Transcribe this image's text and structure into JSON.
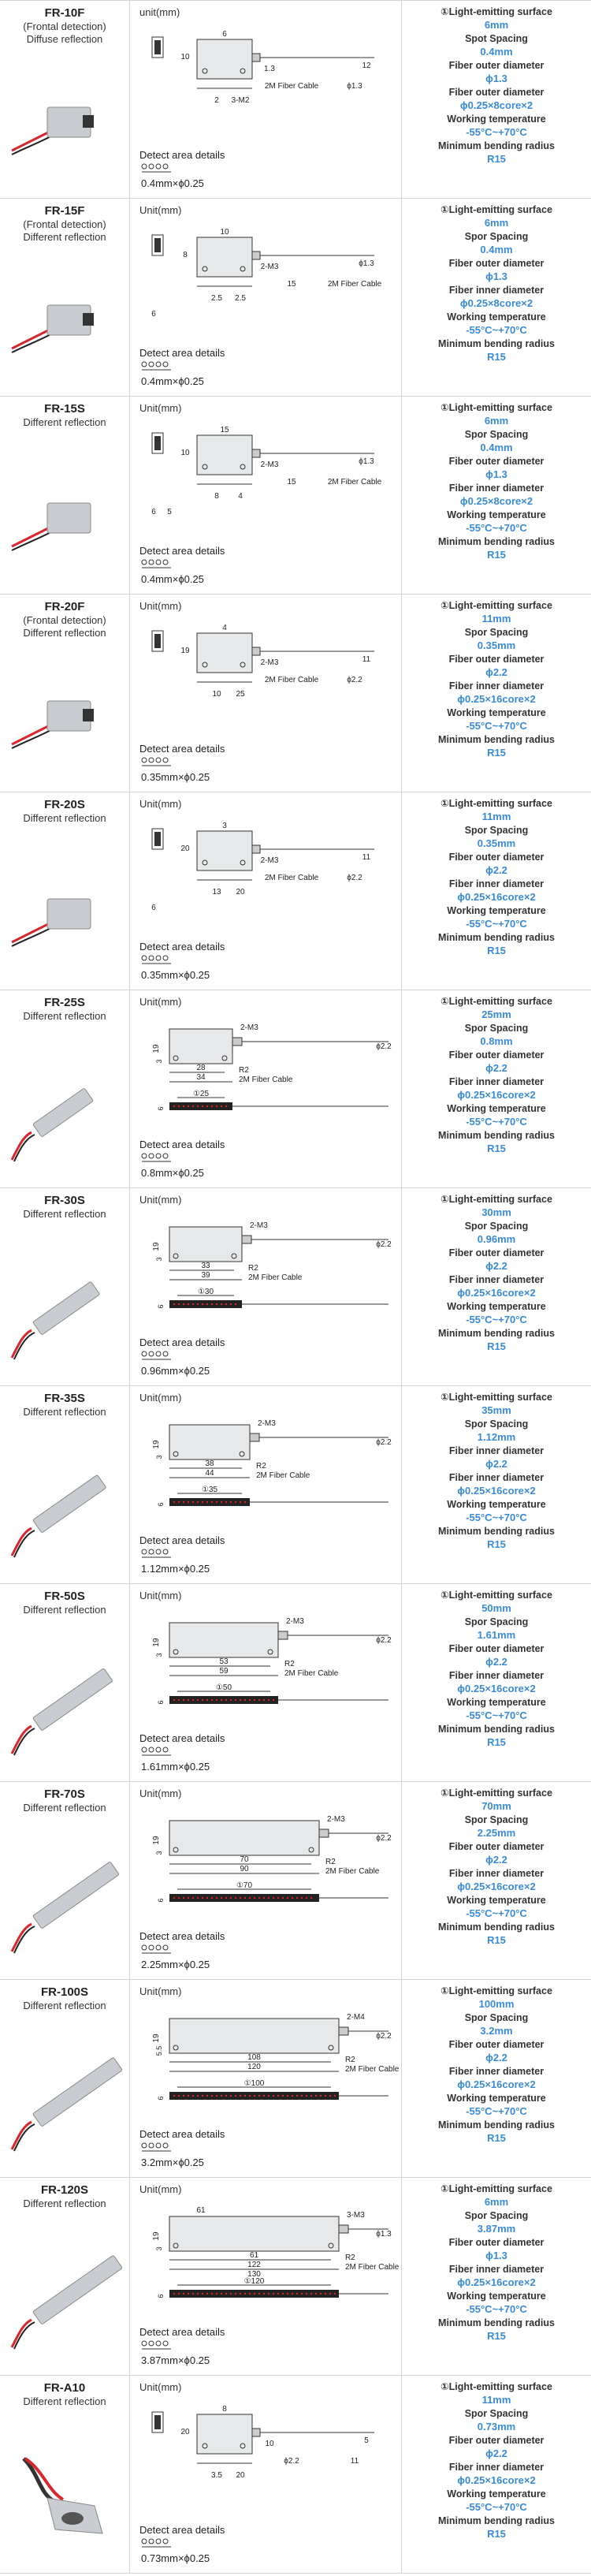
{
  "labels": {
    "light_surface": "①Light-emitting surface",
    "fiber_outer": "Fiber outer diameter",
    "fiber_inner": "Fiber inner diameter",
    "working_temp": "Working temperature",
    "min_bend": "Minimum bending radius",
    "detect_title": "Detect area details"
  },
  "products": [
    {
      "model": "FR-10F",
      "type": "(Frontal detection)\nDiffuse reflection",
      "unit": "unit(mm)",
      "detect": "0.4mm×ϕ0.25",
      "specs": [
        [
          "①Light-emitting surface",
          "6mm"
        ],
        [
          "Spot Spacing",
          "0.4mm"
        ],
        [
          "Fiber outer diameter",
          "ϕ1.3"
        ],
        [
          "Fiber outer diameter",
          "ϕ0.25×8core×2"
        ],
        [
          "Working temperature",
          "-55°C~+70°C"
        ],
        [
          "Minimum bending radius",
          "R15"
        ]
      ],
      "dims": [
        "10",
        "6",
        "2",
        "3-M2",
        "1.3",
        "2M Fiber Cable",
        "ϕ1.3",
        "12"
      ]
    },
    {
      "model": "FR-15F",
      "type": "(Frontal detection)\nDifferent reflection",
      "unit": "Unit(mm)",
      "detect": "0.4mm×ϕ0.25",
      "specs": [
        [
          "①Light-emitting surface",
          "6mm"
        ],
        [
          "Spor Spacing",
          "0.4mm"
        ],
        [
          "Fiber outer diameter",
          "ϕ1.3"
        ],
        [
          "Fiber inner diameter",
          "ϕ0.25×8core×2"
        ],
        [
          "Working temperature",
          "-55°C~+70°C"
        ],
        [
          "Minimum bending radius",
          "R15"
        ]
      ],
      "dims": [
        "8",
        "10",
        "2.5",
        "2.5",
        "2-M3",
        "15",
        "2M Fiber Cable",
        "ϕ1.3",
        "6"
      ]
    },
    {
      "model": "FR-15S",
      "type": "Different reflection",
      "unit": "Unit(mm)",
      "detect": "0.4mm×ϕ0.25",
      "specs": [
        [
          "①Light-emitting surface",
          "6mm"
        ],
        [
          "Spor Spacing",
          "0.4mm"
        ],
        [
          "Fiber outer diameter",
          "ϕ1.3"
        ],
        [
          "Fiber inner diameter",
          "ϕ0.25×8core×2"
        ],
        [
          "Working temperature",
          "-55°C~+70°C"
        ],
        [
          "Minimum bending radius",
          "R15"
        ]
      ],
      "dims": [
        "10",
        "15",
        "8",
        "4",
        "2-M3",
        "15",
        "2M Fiber Cable",
        "ϕ1.3",
        "6",
        "5"
      ]
    },
    {
      "model": "FR-20F",
      "type": "(Frontal detection)\nDifferent reflection",
      "unit": "Unit(mm)",
      "detect": "0.35mm×ϕ0.25",
      "specs": [
        [
          "①Light-emitting surface",
          "11mm"
        ],
        [
          "Spor Spacing",
          "0.35mm"
        ],
        [
          "Fiber outer diameter",
          "ϕ2.2"
        ],
        [
          "Fiber inner diameter",
          "ϕ0.25×16core×2"
        ],
        [
          "Working temperature",
          "-55°C~+70°C"
        ],
        [
          "Minimum bending radius",
          "R15"
        ]
      ],
      "dims": [
        "19",
        "4",
        "10",
        "25",
        "2-M3",
        "2M Fiber Cable",
        "ϕ2.2",
        "11"
      ]
    },
    {
      "model": "FR-20S",
      "type": "Different reflection",
      "unit": "Unit(mm)",
      "detect": "0.35mm×ϕ0.25",
      "specs": [
        [
          "①Light-emitting surface",
          "11mm"
        ],
        [
          "Spor Spacing",
          "0.35mm"
        ],
        [
          "Fiber outer diameter",
          "ϕ2.2"
        ],
        [
          "Fiber inner diameter",
          "ϕ0.25×16core×2"
        ],
        [
          "Working temperature",
          "-55°C~+70°C"
        ],
        [
          "Minimum bending radius",
          "R15"
        ]
      ],
      "dims": [
        "20",
        "3",
        "13",
        "20",
        "2-M3",
        "2M Fiber Cable",
        "ϕ2.2",
        "11",
        "6"
      ]
    },
    {
      "model": "FR-25S",
      "type": "Different reflection",
      "unit": "Unit(mm)",
      "detect": "0.8mm×ϕ0.25",
      "specs": [
        [
          "①Light-emitting surface",
          "25mm"
        ],
        [
          "Spor Spacing",
          "0.8mm"
        ],
        [
          "Fiber outer diameter",
          "ϕ2.2"
        ],
        [
          "Fiber inner diameter",
          "ϕ0.25×16core×2"
        ],
        [
          "Working temperature",
          "-55°C~+70°C"
        ],
        [
          "Minimum bending radius",
          "R15"
        ]
      ],
      "dims": [
        "19",
        "3",
        "28",
        "34",
        "R2",
        "2-M3",
        "2M Fiber Cable",
        "ϕ2.2",
        "25",
        "6"
      ]
    },
    {
      "model": "FR-30S",
      "type": "Different reflection",
      "unit": "Unit(mm)",
      "detect": "0.96mm×ϕ0.25",
      "specs": [
        [
          "①Light-emitting surface",
          "30mm"
        ],
        [
          "Spor Spacing",
          "0.96mm"
        ],
        [
          "Fiber outer diameter",
          "ϕ2.2"
        ],
        [
          "Fiber inner diameter",
          "ϕ0.25×16core×2"
        ],
        [
          "Working temperature",
          "-55°C~+70°C"
        ],
        [
          "Minimum bending radius",
          "R15"
        ]
      ],
      "dims": [
        "19",
        "3",
        "33",
        "39",
        "R2",
        "2-M3",
        "2M Fiber Cable",
        "ϕ2.2",
        "30",
        "6"
      ]
    },
    {
      "model": "FR-35S",
      "type": "Different reflection",
      "unit": "Unit(mm)",
      "detect": "1.12mm×ϕ0.25",
      "specs": [
        [
          "①Light-emitting surface",
          "35mm"
        ],
        [
          "Spor Spacing",
          "1.12mm"
        ],
        [
          "Fiber inner diameter",
          "ϕ2.2"
        ],
        [
          "Fiber inner diameter",
          "ϕ0.25×16core×2"
        ],
        [
          "Working temperature",
          "-55°C~+70°C"
        ],
        [
          "Minimum bending radius",
          "R15"
        ]
      ],
      "dims": [
        "19",
        "3",
        "38",
        "44",
        "R2",
        "2-M3",
        "2M Fiber Cable",
        "ϕ2.2",
        "35",
        "6"
      ]
    },
    {
      "model": "FR-50S",
      "type": "Different reflection",
      "unit": "Unit(mm)",
      "detect": "1.61mm×ϕ0.25",
      "specs": [
        [
          "①Light-emitting surface",
          "50mm"
        ],
        [
          "Spor Spacing",
          "1.61mm"
        ],
        [
          "Fiber outer diameter",
          "ϕ2.2"
        ],
        [
          "Fiber inner diameter",
          "ϕ0.25×16core×2"
        ],
        [
          "Working temperature",
          "-55°C~+70°C"
        ],
        [
          "Minimum bending radius",
          "R15"
        ]
      ],
      "dims": [
        "19",
        "3",
        "53",
        "59",
        "R2",
        "2-M3",
        "2M Fiber Cable",
        "ϕ2.2",
        "50",
        "6"
      ]
    },
    {
      "model": "FR-70S",
      "type": "Different reflection",
      "unit": "Unit(mm)",
      "detect": "2.25mm×ϕ0.25",
      "specs": [
        [
          "①Light-emitting surface",
          "70mm"
        ],
        [
          "Spor Spacing",
          "2.25mm"
        ],
        [
          "Fiber outer diameter",
          "ϕ2.2"
        ],
        [
          "Fiber inner diameter",
          "ϕ0.25×16core×2"
        ],
        [
          "Working temperature",
          "-55°C~+70°C"
        ],
        [
          "Minimum bending radius",
          "R15"
        ]
      ],
      "dims": [
        "19",
        "3",
        "70",
        "90",
        "R2",
        "2-M3",
        "2M Fiber Cable",
        "ϕ2.2",
        "70",
        "6"
      ]
    },
    {
      "model": "FR-100S",
      "type": "Different reflection",
      "unit": "Unit(mm)",
      "detect": "3.2mm×ϕ0.25",
      "specs": [
        [
          "①Light-emitting surface",
          "100mm"
        ],
        [
          "Spor Spacing",
          "3.2mm"
        ],
        [
          "Fiber outer diameter",
          "ϕ2.2"
        ],
        [
          "Fiber inner diameter",
          "ϕ0.25×16core×2"
        ],
        [
          "Working temperature",
          "-55°C~+70°C"
        ],
        [
          "Minimum bending radius",
          "R15"
        ]
      ],
      "dims": [
        "19",
        "5.5",
        "108",
        "120",
        "R2",
        "2-M4",
        "2M Fiber Cable",
        "ϕ2.2",
        "100",
        "6"
      ]
    },
    {
      "model": "FR-120S",
      "type": "Different reflection",
      "unit": "Unit(mm)",
      "detect": "3.87mm×ϕ0.25",
      "specs": [
        [
          "①Light-emitting surface",
          "6mm"
        ],
        [
          "Spor Spacing",
          "3.87mm"
        ],
        [
          "Fiber outer diameter",
          "ϕ1.3"
        ],
        [
          "Fiber inner diameter",
          "ϕ0.25×16core×2"
        ],
        [
          "Working temperature",
          "-55°C~+70°C"
        ],
        [
          "Minimum bending radius",
          "R15"
        ]
      ],
      "dims": [
        "19",
        "3",
        "61",
        "122",
        "130",
        "R2",
        "3-M3",
        "2M Fiber Cable",
        "ϕ1.3",
        "120",
        "6"
      ]
    },
    {
      "model": "FR-A10",
      "type": "Different reflection",
      "unit": "Unit(mm)",
      "detect": "0.73mm×ϕ0.25",
      "specs": [
        [
          "①Light-emitting surface",
          "11mm"
        ],
        [
          "Spor Spacing",
          "0.73mm"
        ],
        [
          "Fiber outer diameter",
          "ϕ2.2"
        ],
        [
          "Fiber inner diameter",
          "ϕ0.25×16core×2"
        ],
        [
          "Working temperature",
          "-55°C~+70°C"
        ],
        [
          "Minimum bending radius",
          "R15"
        ]
      ],
      "dims": [
        "20",
        "8",
        "3.5",
        "20",
        "10",
        "ϕ2.2",
        "11",
        "5"
      ]
    }
  ],
  "colors": {
    "accent": "#3a8bd4",
    "border": "#cfd4da",
    "metal": "#c9cdd1",
    "cable_red": "#d8272d"
  }
}
